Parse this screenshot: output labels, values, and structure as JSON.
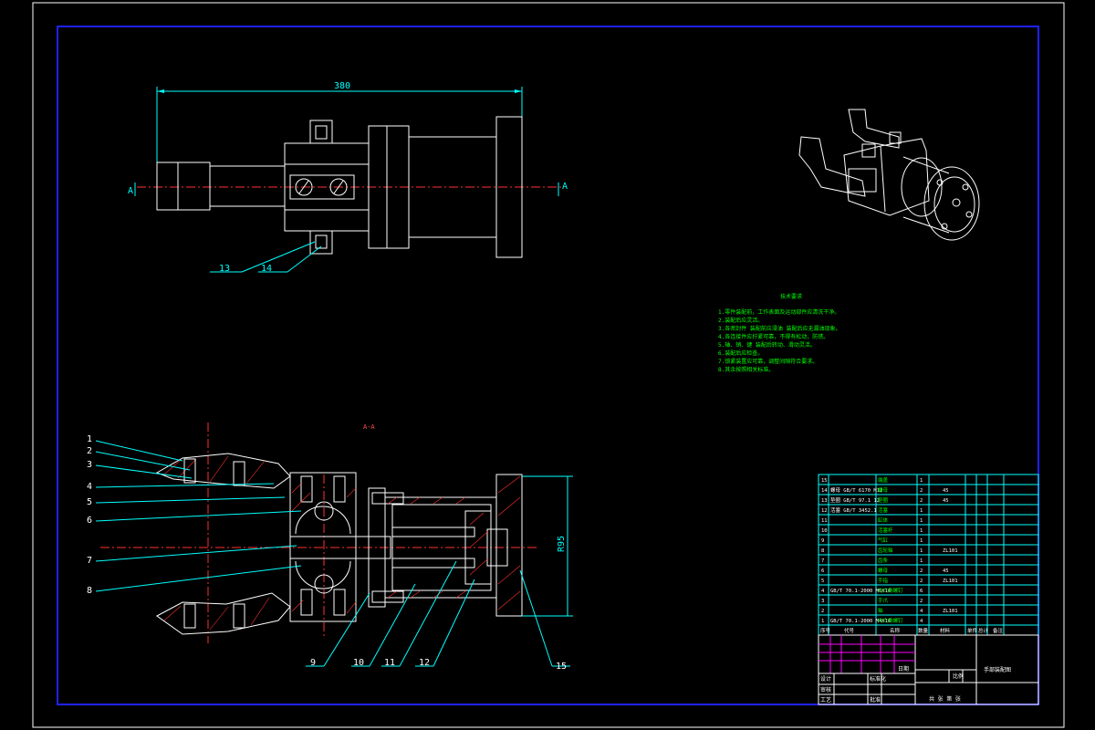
{
  "drawing": {
    "section_label": "A-A",
    "view_markers": {
      "left": "A",
      "right": "A"
    },
    "dimensions": {
      "top_width": "380",
      "section_height": "R95"
    },
    "top_callouts": [
      "13",
      "14"
    ],
    "section_callouts_left": [
      "1",
      "2",
      "3",
      "4",
      "5",
      "6",
      "7",
      "8"
    ],
    "section_callouts_bottom": [
      "9",
      "10",
      "11",
      "12",
      "15"
    ]
  },
  "notes": {
    "title": "技术要求",
    "lines": [
      "1.零件装配前，工作表面及运动部件应清洗干净。",
      "2.装配后应灵活。",
      "3.各密封件 装配前应浸油 装配后应无漏油现象。",
      "4.各连接件应拧紧可靠，不得有松动，防锈。",
      "5.轴、销、键 装配后转动、滑动灵活。",
      "6.装配后应检查。",
      "7.锁紧装置应可靠，调整间隙符合要求。",
      "8.其余按照相关标准。"
    ]
  },
  "bom": {
    "rows": [
      {
        "no": "15",
        "code": "",
        "name": "端盖",
        "qty": "1",
        "mat": ""
      },
      {
        "no": "14",
        "code": "螺母 GB/T 6170 M12",
        "name": "螺母",
        "qty": "2",
        "mat": "45"
      },
      {
        "no": "13",
        "code": "垫圈 GB/T 97.1 12",
        "name": "垫圈",
        "qty": "2",
        "mat": "45"
      },
      {
        "no": "12",
        "code": "活塞 GB/T 3452.1",
        "name": "活塞",
        "qty": "1",
        "mat": ""
      },
      {
        "no": "11",
        "code": "",
        "name": "缸体",
        "qty": "1",
        "mat": ""
      },
      {
        "no": "10",
        "code": "",
        "name": "活塞杆",
        "qty": "1",
        "mat": ""
      },
      {
        "no": "9",
        "code": "",
        "name": "气缸",
        "qty": "1",
        "mat": ""
      },
      {
        "no": "8",
        "code": "",
        "name": "齿轮轴",
        "qty": "1",
        "mat": "ZL101"
      },
      {
        "no": "7",
        "code": "",
        "name": "齿条",
        "qty": "1",
        "mat": ""
      },
      {
        "no": "6",
        "code": "",
        "name": "螺母",
        "qty": "2",
        "mat": "45"
      },
      {
        "no": "5",
        "code": "",
        "name": "手指",
        "qty": "2",
        "mat": "ZL101"
      },
      {
        "no": "4",
        "code": "GB/T 70.1-2000 M6X16",
        "name": "内六角螺钉",
        "qty": "6",
        "mat": ""
      },
      {
        "no": "3",
        "code": "",
        "name": "手爪",
        "qty": "2",
        "mat": ""
      },
      {
        "no": "2",
        "code": "",
        "name": "轴",
        "qty": "4",
        "mat": "ZL101"
      },
      {
        "no": "1",
        "code": "GB/T 70.1-2000 M4X16",
        "name": "内六角螺钉",
        "qty": "4",
        "mat": ""
      }
    ],
    "headers": [
      "序号",
      "代号",
      "名称",
      "数量",
      "材料",
      "单件",
      "总计",
      "备注"
    ]
  },
  "title_block": {
    "drawing_title": "手部装配图",
    "scale_label": "比例",
    "sheet_label": "共 张 第 张",
    "labels": [
      "设计",
      "审核",
      "工艺",
      "标准化",
      "批准",
      "日期"
    ]
  }
}
